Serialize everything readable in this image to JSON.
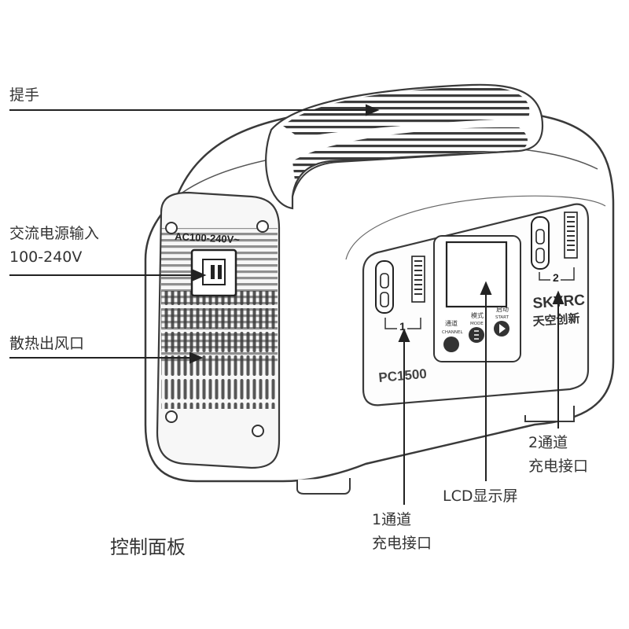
{
  "labels": {
    "handle": "提手",
    "ac_input_1": "交流电源输入",
    "ac_input_2": "100-240V",
    "vent": "散热出风口",
    "ch1_1": "1通道",
    "ch1_2": "充电接口",
    "lcd": "LCD显示屏",
    "ch2_1": "2通道",
    "ch2_2": "充电接口"
  },
  "caption": "控制面板",
  "device": {
    "ac_rating": "AC100-240V~",
    "model": "PC1500",
    "brand": "SKYRC",
    "brand_cn": "天空创新",
    "port1_num": "1",
    "port2_num": "2",
    "btn_channel_cn": "通道",
    "btn_channel_en": "CHANNEL",
    "btn_mode_cn": "模式",
    "btn_mode_en": "MODE",
    "btn_start_cn": "启动",
    "btn_start_en": "START"
  }
}
